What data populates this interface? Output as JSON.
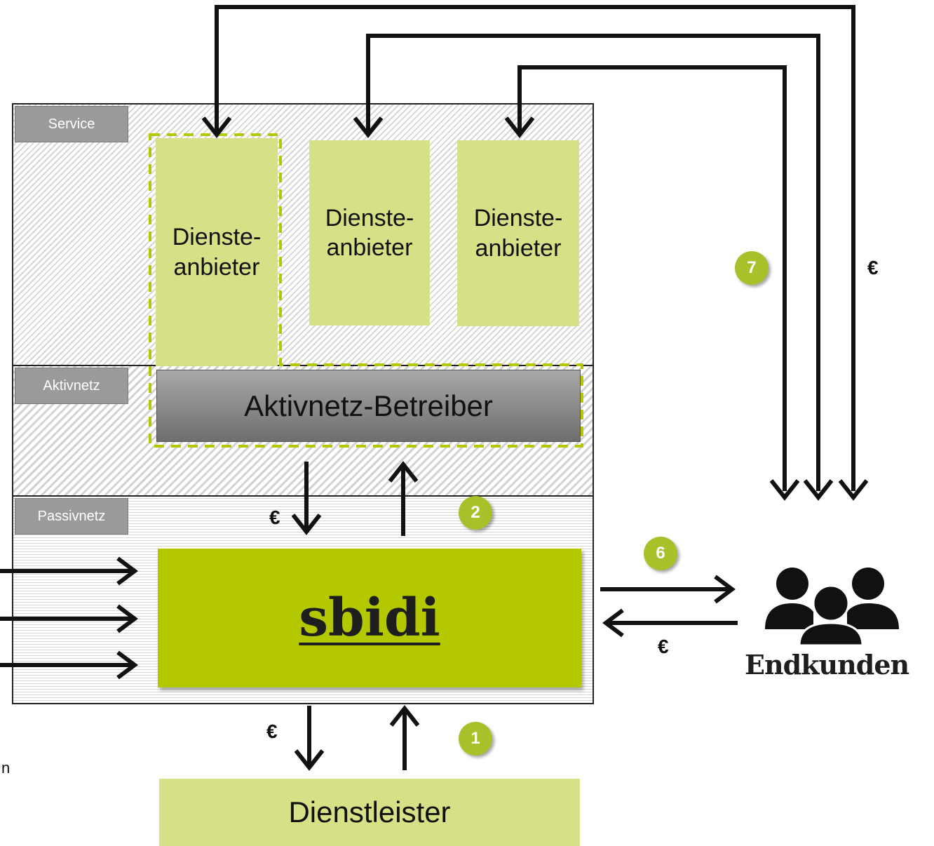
{
  "layers": {
    "service": "Service",
    "aktivnetz": "Aktivnetz",
    "passivnetz": "Passivnetz"
  },
  "service_providers": [
    {
      "label": "Dienste-\nanbieter"
    },
    {
      "label": "Dienste-\nanbieter"
    },
    {
      "label": "Dienste-\nanbieter"
    }
  ],
  "aktivnetz_operator": "Aktivnetz-Betreiber",
  "sbidi": "sbidi",
  "dienstleister": "Dienstleister",
  "endkunden": "Endkunden",
  "badges": {
    "b1": "1",
    "b2": "2",
    "b6": "6",
    "b7": "7"
  },
  "currency": {
    "euro_aktiv": "€",
    "euro_dienst": "€",
    "euro_endkunden": "€",
    "euro_right": "€",
    "edge_fragment": "n"
  },
  "colors": {
    "accent_green": "#b4c800",
    "light_green": "#d6e086",
    "badge_green": "#a9c02a",
    "layer_tag_gray": "#9a9a9a"
  },
  "icons": {
    "endkunden": "people-group-icon"
  }
}
